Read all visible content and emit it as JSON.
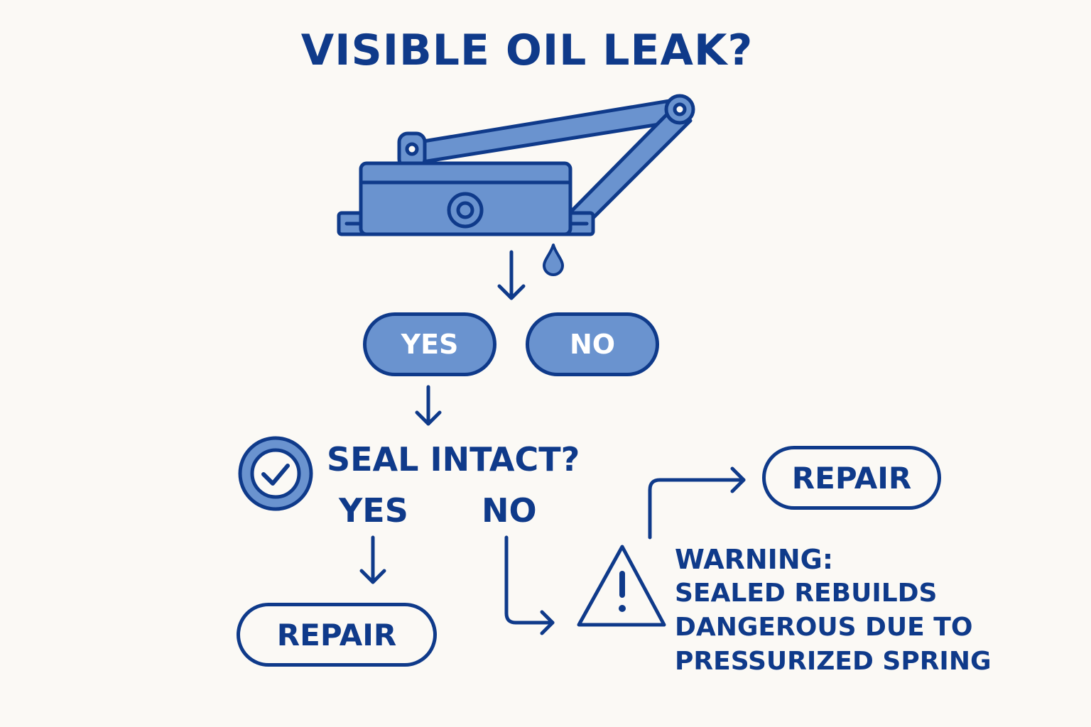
{
  "title": "VISIBLE OIL LEAK?",
  "first_decision": {
    "yes_label": "YES",
    "no_label": "NO"
  },
  "seal_question": {
    "label": "SEAL INTACT?",
    "yes_label": "YES",
    "no_label": "NO"
  },
  "outcomes": {
    "left_repair_label": "REPAIR",
    "right_repair_label": "REPAIR"
  },
  "warning": {
    "title": "WARNING:",
    "lines": [
      "SEALED REBUILDS",
      "DANGEROUS DUE TO",
      "PRESSURIZED SPRING"
    ]
  },
  "icons": [
    "door-closer-icon",
    "oil-drop-icon",
    "check-circle-icon",
    "warning-triangle-icon"
  ],
  "colors": {
    "primary": "#0f3a8a",
    "fill": "#6a93cf",
    "background": "#fbf9f5"
  }
}
